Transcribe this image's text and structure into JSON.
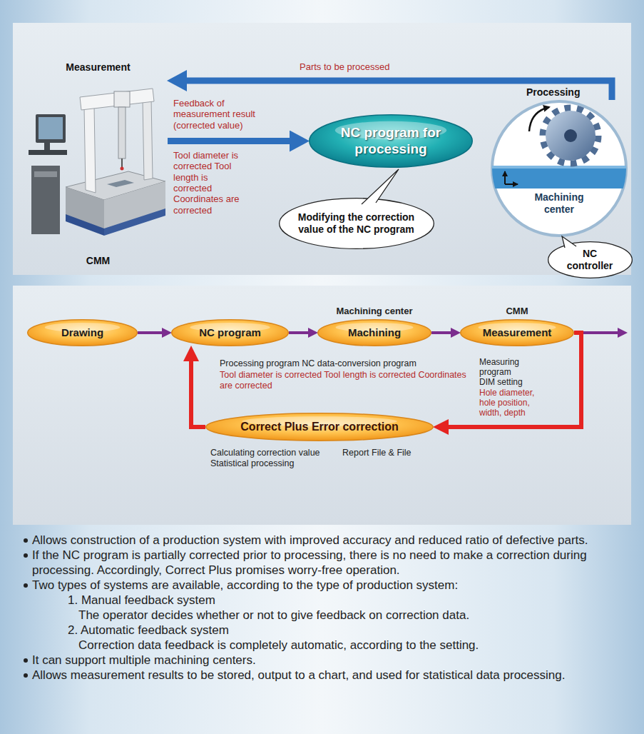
{
  "diagram": {
    "nodes": [
      {
        "text": [
          "Measurement",
          "CMM"
        ]
      },
      {
        "text": [
          "NC program for processing"
        ]
      },
      {
        "text": [
          "Modifying the correction value of the NC program"
        ]
      },
      {
        "text": [
          "Processing",
          "Machining center"
        ]
      },
      {
        "text": [
          "NC controller"
        ]
      },
      {
        "text": [
          "Drawing"
        ]
      },
      {
        "text": [
          "NC program"
        ]
      },
      {
        "text": [
          "Machining center",
          "Machining"
        ]
      },
      {
        "text": [
          "CMM",
          "Measurement"
        ]
      },
      {
        "text": [
          "Correct Plus Error correction"
        ]
      }
    ],
    "edges": [
      {
        "from": 3,
        "to": 0,
        "arrow": "to",
        "label": "Parts to be processed"
      },
      {
        "from": 0,
        "to": 1,
        "arrow": "to",
        "label": "Feedback of measurement result (corrected value)"
      },
      {
        "from": 5,
        "to": 6,
        "arrow": "to"
      },
      {
        "from": 6,
        "to": 7,
        "arrow": "to"
      },
      {
        "from": 7,
        "to": 8,
        "arrow": "to"
      },
      {
        "from": 8,
        "to": 9,
        "arrow": "to"
      },
      {
        "from": 9,
        "to": 6,
        "arrow": "to"
      }
    ],
    "labels": [
      "Tool diameter is corrected Tool length is corrected Coordinates are corrected",
      "Measuring program DIM setting",
      "Hole diameter, hole position, width, depth",
      "Processing program NC data-conversion program",
      "Tool diameter is corrected Tool length is corrected Coordinates are corrected",
      "Calculating correction value Statistical processing",
      "Report File & File",
      "Allows construction of a production system with improved accuracy and reduced ratio of defective parts.",
      "If the NC program is partially corrected prior to processing, there is no need to make a correction during processing. Accordingly, Correct Plus promises worry-free operation.",
      "Two types of systems are available, according to the type of production system:",
      "1. Manual feedback system",
      "The operator decides whether or not to give feedback on correction data.",
      "2. Automatic feedback system",
      "Correction data feedback is completely automatic, according to the setting.",
      "It can support multiple machining centers.",
      "Allows measurement results to be stored, output to a chart, and used for statistical data processing."
    ]
  }
}
